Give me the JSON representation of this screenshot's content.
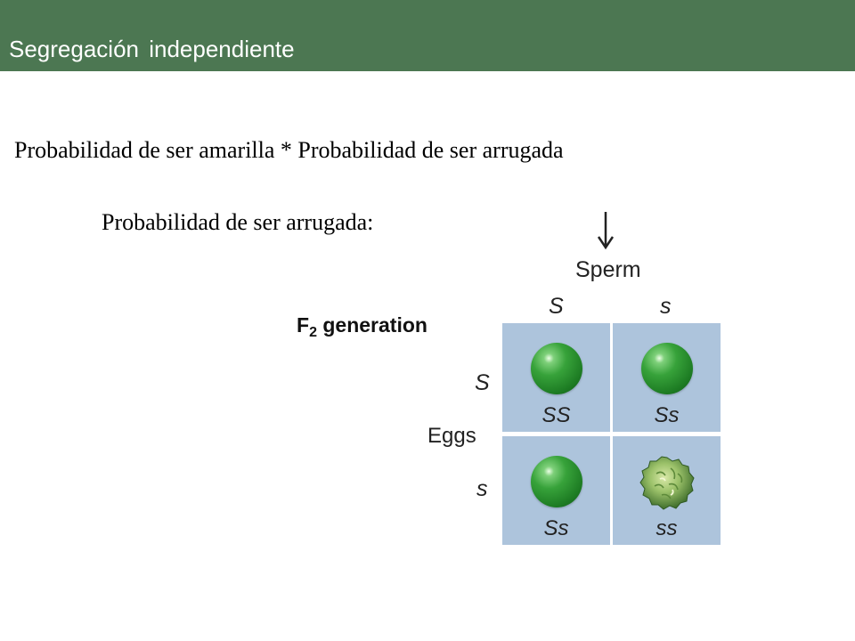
{
  "header": {
    "title": "Segregación  independiente"
  },
  "main": {
    "formula": "Probabilidad de ser amarilla * Probabilidad de ser arrugada",
    "subline": "Probabilidad de ser arrugada:"
  },
  "diagram": {
    "sperm_label": "Sperm",
    "generation_label_prefix": "F",
    "generation_label_sub": "2",
    "generation_label_suffix": " generation",
    "eggs_label": "Eggs",
    "col_alleles": [
      "S",
      "s"
    ],
    "row_alleles": [
      "S",
      "s"
    ],
    "cells": [
      {
        "genotype": "SS",
        "phenotype": "smooth"
      },
      {
        "genotype": "Ss",
        "phenotype": "smooth"
      },
      {
        "genotype": "Ss",
        "phenotype": "smooth"
      },
      {
        "genotype": "ss",
        "phenotype": "wrinkled"
      }
    ],
    "cell_color": "#adc4dc",
    "pea_color": "#2e8f32"
  },
  "colors": {
    "header_bg": "#4c7752"
  }
}
